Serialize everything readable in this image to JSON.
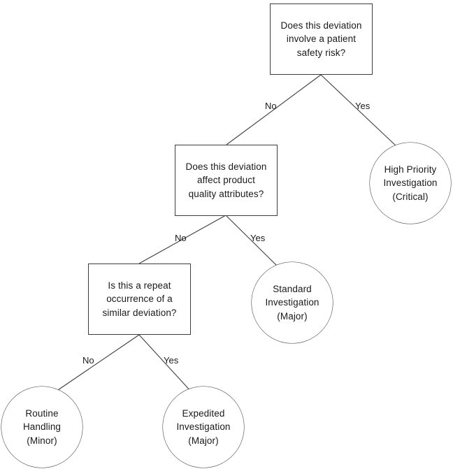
{
  "diagram": {
    "type": "decision-tree",
    "orientation": "top-down",
    "background_color": "#ffffff",
    "stroke_color": "#3d3d3d",
    "text_color": "#1a1a1a",
    "nodes": [
      {
        "id": "q1",
        "shape": "rectangle",
        "role": "decision",
        "text": "Does this deviation\ninvolve a patient\nsafety risk?"
      },
      {
        "id": "q2",
        "shape": "rectangle",
        "role": "decision",
        "text": "Does this deviation\naffect product\nquality attributes?"
      },
      {
        "id": "q3",
        "shape": "rectangle",
        "role": "decision",
        "text": "Is this a repeat\noccurrence of a\nsimilar deviation?"
      },
      {
        "id": "r1",
        "shape": "circle",
        "role": "outcome",
        "text": "High Priority\nInvestigation\n(Critical)"
      },
      {
        "id": "r2",
        "shape": "circle",
        "role": "outcome",
        "text": "Standard\nInvestigation\n(Major)"
      },
      {
        "id": "r3",
        "shape": "circle",
        "role": "outcome",
        "text": "Routine\nHandling\n(Minor)"
      },
      {
        "id": "r4",
        "shape": "circle",
        "role": "outcome",
        "text": "Expedited\nInvestigation\n(Major)"
      }
    ],
    "edges": [
      {
        "id": "e1",
        "from": "q1",
        "to": "q2",
        "label": "No"
      },
      {
        "id": "e2",
        "from": "q1",
        "to": "r1",
        "label": "Yes"
      },
      {
        "id": "e3",
        "from": "q2",
        "to": "q3",
        "label": "No"
      },
      {
        "id": "e4",
        "from": "q2",
        "to": "r2",
        "label": "Yes"
      },
      {
        "id": "e5",
        "from": "q3",
        "to": "r3",
        "label": "No"
      },
      {
        "id": "e6",
        "from": "q3",
        "to": "r4",
        "label": "Yes"
      }
    ]
  }
}
